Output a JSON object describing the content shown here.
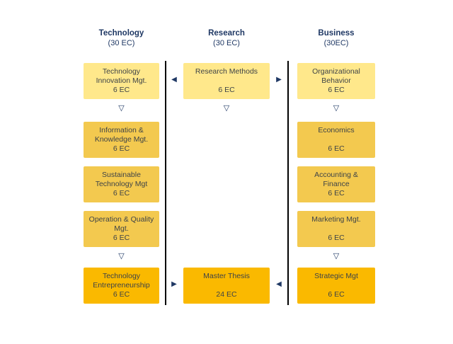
{
  "diagram": {
    "columns": [
      {
        "header": "Technology",
        "subheader": "(30 EC)",
        "boxes": [
          {
            "title": "Technology\nInnovation Mgt.",
            "ec": "6 EC"
          },
          {
            "title": "Information &\nKnowledge Mgt.",
            "ec": "6 EC"
          },
          {
            "title": "Sustainable\nTechnology Mgt",
            "ec": "6 EC"
          },
          {
            "title": "Operation & Quality\nMgt.",
            "ec": "6 EC"
          },
          {
            "title": "Technology\nEntrepreneurship",
            "ec": "6 EC"
          }
        ]
      },
      {
        "header": "Research",
        "subheader": "(30 EC)",
        "boxes": [
          {
            "title": "Research Methods",
            "ec": "6 EC"
          },
          {
            "title": "Master Thesis",
            "ec": "24 EC"
          }
        ]
      },
      {
        "header": "Business",
        "subheader": "(30EC)",
        "boxes": [
          {
            "title": "Organizational\nBehavior",
            "ec": "6 EC"
          },
          {
            "title": "Economics",
            "ec": "6 EC"
          },
          {
            "title": "Accounting &\nFinance",
            "ec": "6 EC"
          },
          {
            "title": "Marketing Mgt.",
            "ec": "6 EC"
          },
          {
            "title": "Strategic Mgt",
            "ec": "6 EC"
          }
        ]
      }
    ],
    "icons": {
      "down_triangle": "▽",
      "left_arrow": "◀",
      "right_arrow": "▶"
    },
    "colors": {
      "box_light": "#FFE88B",
      "box_medium": "#F3C94F",
      "box_dark": "#FAB900",
      "accent_navy": "#1F3864",
      "divider_black": "#000000"
    }
  }
}
